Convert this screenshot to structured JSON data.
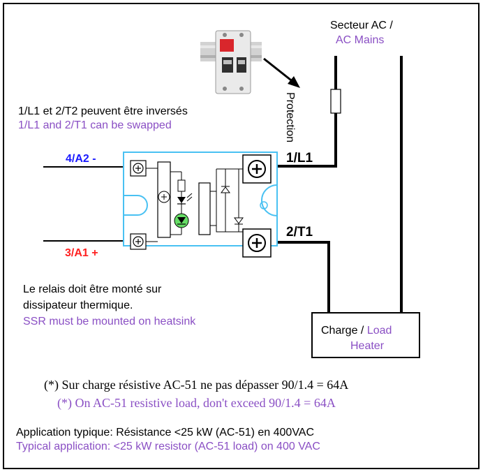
{
  "colors": {
    "english_text": "#8a4fc4",
    "control_minus": "#1a1aff",
    "control_plus": "#ff2020",
    "relay_outline": "#49c1f2",
    "led": "#66dd66",
    "breaker_red": "#d9262c"
  },
  "mains": {
    "fr": "Secteur AC /",
    "en": "AC Mains"
  },
  "protection_label": "Protection",
  "swap_note": {
    "fr": "1/L1 et 2/T2 peuvent être inversés",
    "en": "1/L1 and 2/T1 can be swapped"
  },
  "terminals": {
    "a2": "4/A2 -",
    "a1": "3/A1 +",
    "l1": "1/L1",
    "t1": "2/T1"
  },
  "heatsink_note": {
    "fr_line1": "Le relais doit être monté sur",
    "fr_line2": "dissipateur thermique.",
    "en": "SSR must be mounted on heatsink"
  },
  "load_box": {
    "fr": "Charge /",
    "en": "Load",
    "en2": "Heater"
  },
  "resistive_note": {
    "fr": "(*) Sur charge résistive AC-51 ne pas dépasser 90/1.4 = 64A",
    "en": "(*) On AC-51 resistive load,  don't exceed 90/1.4 = 64A"
  },
  "application": {
    "fr": "Application typique: Résistance <25 kW (AC-51) en 400VAC",
    "en": "Typical application: <25 kW resistor (AC-51 load) on 400 VAC"
  },
  "icons": {
    "breaker": "circuit-breaker-icon",
    "arrow": "arrow-icon",
    "fuse": "fuse-icon"
  }
}
